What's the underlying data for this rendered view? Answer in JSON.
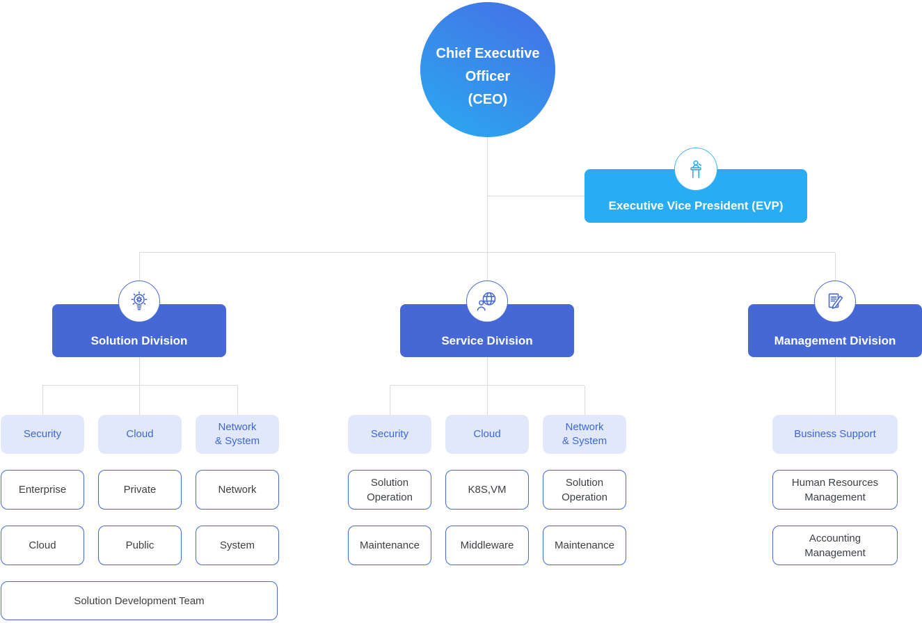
{
  "org": {
    "ceo": {
      "label": "Chief Executive\nOfficer\n(CEO)"
    },
    "evp": {
      "label": "Executive Vice President (EVP)",
      "icon": "podium-speaker-icon"
    },
    "divisions": [
      {
        "label": "Solution Division",
        "icon": "lightbulb-gear-icon",
        "teams": [
          "Security",
          "Cloud",
          "Network\n& System"
        ],
        "units_row1": [
          "Enterprise",
          "Private",
          "Network"
        ],
        "units_row2": [
          "Cloud",
          "Public",
          "System"
        ],
        "footer": "Solution Development Team"
      },
      {
        "label": "Service Division",
        "icon": "globe-user-icon",
        "teams": [
          "Security",
          "Cloud",
          "Network\n& System"
        ],
        "units_row1": [
          "Solution\nOperation",
          "K8S,VM",
          "Solution\nOperation"
        ],
        "units_row2": [
          "Maintenance",
          "Middleware",
          "Maintenance"
        ]
      },
      {
        "label": "Management Division",
        "icon": "document-pen-icon",
        "teams": [
          "Business Support"
        ],
        "units_row1": [
          "Human Resources\nManagement"
        ],
        "units_row2": [
          "Accounting\nManagement"
        ]
      }
    ]
  },
  "colors": {
    "ceo_gradient_start": "#4571E5",
    "ceo_gradient_end": "#2BA7F0",
    "evp_fill": "#29ACF2",
    "division_fill": "#4568D4",
    "team_fill": "#E0E8F9",
    "team_text": "#3E66D9",
    "unit_border": "#4169D9",
    "unit_text": "#3C4045",
    "connector": "#DBDBDB"
  }
}
